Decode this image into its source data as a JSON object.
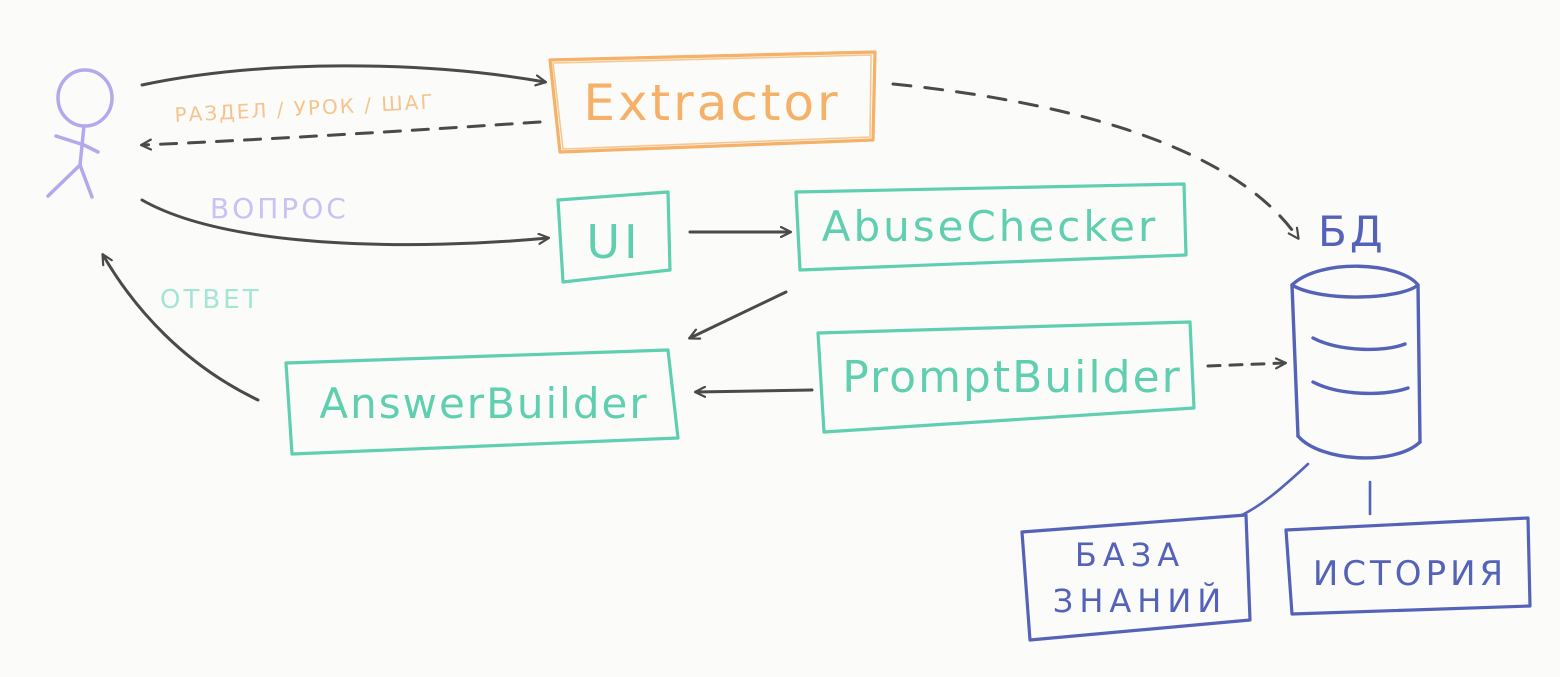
{
  "colors": {
    "background": "#fbfbfa",
    "user": "#b3a9ec",
    "extractor": "#f5b167",
    "service": "#5fcfb0",
    "db": "#5463b8",
    "arrow": "#4a4a4a"
  },
  "icons": {
    "user": "stick-figure-icon",
    "db": "database-cylinder-icon"
  },
  "nodes": {
    "extractor": "Extractor",
    "ui": "UI",
    "abuse_checker": "AbuseChecker",
    "prompt_builder": "PromptBuilder",
    "answer_builder": "AnswerBuilder",
    "db_label": "БД",
    "knowledge_base_line1": "БАЗА",
    "knowledge_base_line2": "ЗНАНИЙ",
    "history": "ИСТОРИЯ"
  },
  "edges": {
    "context_label": "РАЗДЕЛ / УРОК / ШАГ",
    "question_label": "ВОПРОС",
    "answer_label": "ОТВЕТ"
  }
}
